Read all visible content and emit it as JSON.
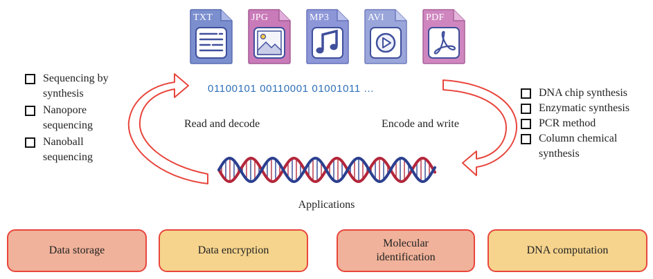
{
  "files": [
    {
      "label": "TXT",
      "icon": "text-lines",
      "color": "#7b8fcf"
    },
    {
      "label": "JPG",
      "icon": "image",
      "color": "#c97ab8"
    },
    {
      "label": "MP3",
      "icon": "music-note",
      "color": "#8d97d8"
    },
    {
      "label": "AVI",
      "icon": "play",
      "color": "#9aa6da"
    },
    {
      "label": "PDF",
      "icon": "acrobat",
      "color": "#cf86bf"
    }
  ],
  "binary": "01100101 00110001 01001011 ...",
  "read_methods": [
    "Sequencing by synthesis",
    "Nanopore sequencing",
    "Nanoball sequencing"
  ],
  "read_methods_lines": [
    [
      "Sequencing by",
      "synthesis"
    ],
    [
      "Nanopore",
      "sequencing"
    ],
    [
      "Nanoball",
      "sequencing"
    ]
  ],
  "write_methods": [
    "DNA chip synthesis",
    "Enzymatic synthesis",
    "PCR method",
    "Column chemical synthesis"
  ],
  "write_methods_lines": [
    [
      "DNA chip synthesis"
    ],
    [
      "Enzymatic synthesis"
    ],
    [
      "PCR method"
    ],
    [
      "Column chemical",
      "synthesis"
    ]
  ],
  "read_label": "Read and decode",
  "write_label": "Encode and write",
  "applications_title": "Applications",
  "applications": [
    {
      "label": "Data storage",
      "lines": [
        "Data storage"
      ],
      "color": "#f0b29a"
    },
    {
      "label": "Data encryption",
      "lines": [
        "Data encryption"
      ],
      "color": "#f6d48d"
    },
    {
      "label": "Molecular identification",
      "lines": [
        "Molecular",
        "identification"
      ],
      "color": "#f0b29a"
    },
    {
      "label": "DNA computation",
      "lines": [
        "DNA computation"
      ],
      "color": "#f6d48d"
    }
  ],
  "colors": {
    "arrow": "#e8453c",
    "binary": "#2e6fb8",
    "dna_strand_a": "#2b3f8f",
    "dna_strand_b": "#b3263a"
  }
}
